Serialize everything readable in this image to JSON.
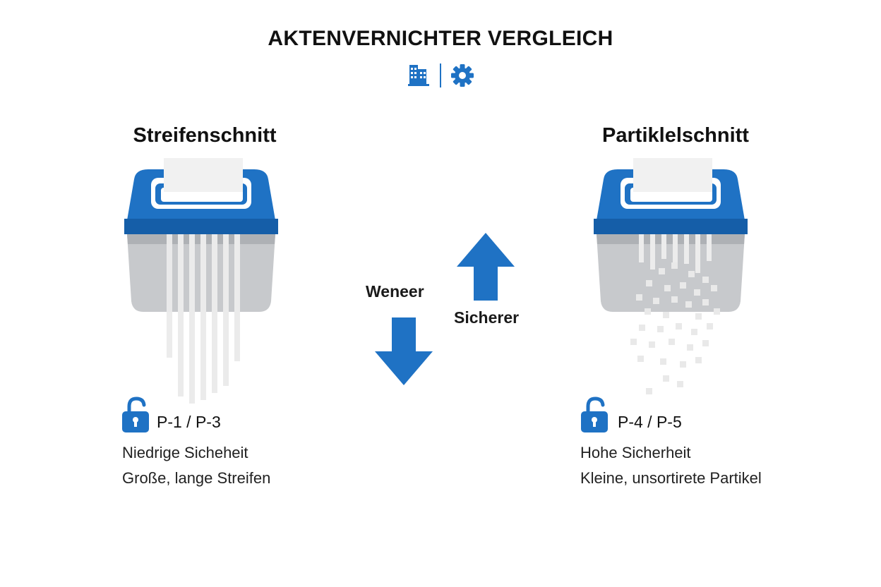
{
  "title": "AKTENVERNICHTER VERGLEICH",
  "header_icons": [
    "building-icon",
    "gear-icon"
  ],
  "colors": {
    "accent_blue": "#1f72c4",
    "dark_blue": "#155ea8",
    "bin_gray": "#c7c9cc",
    "paper": "#f1f1f1"
  },
  "left": {
    "title": "Streifenschnitt",
    "level": "P-1 / P-3",
    "desc_line1": "Niedrige Sicheheit",
    "desc_line2": "Große, lange Streifen"
  },
  "right": {
    "title": "Partiklelschnitt",
    "level": "P-4 / P-5",
    "desc_line1": "Hohe Sicherheit",
    "desc_line2": "Kleine, unsortirete Partikel"
  },
  "arrows": {
    "down_label": "Weneer",
    "up_label": "Sicherer"
  }
}
